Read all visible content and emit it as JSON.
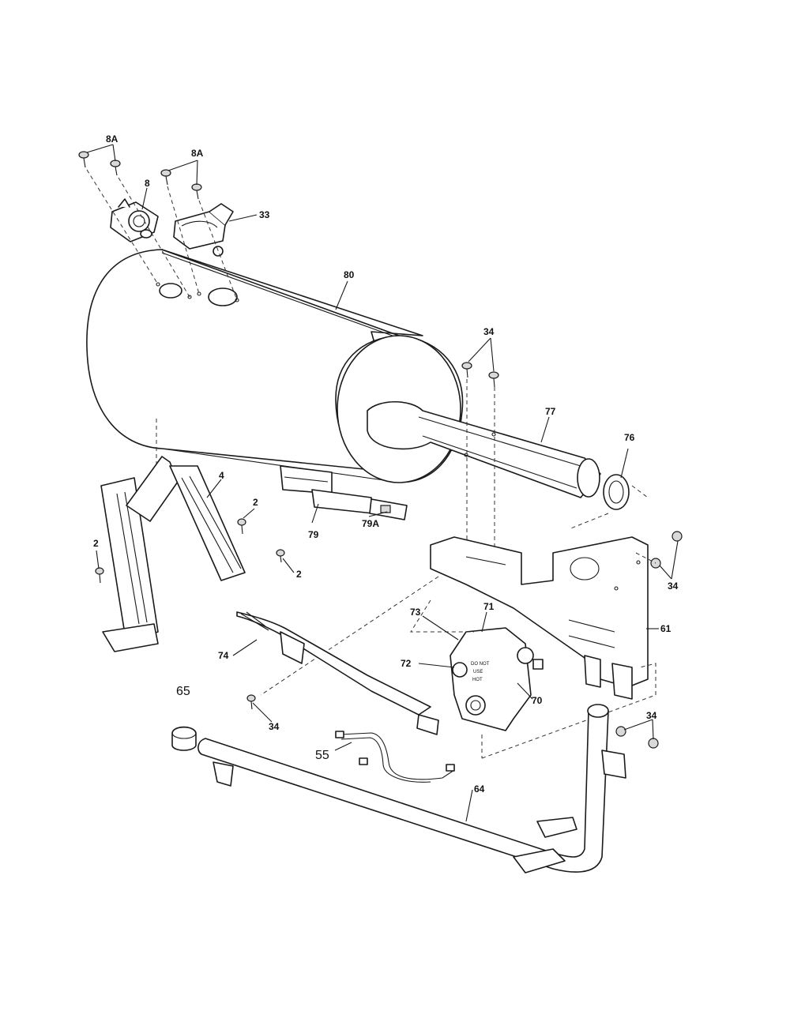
{
  "callouts": {
    "c8a_left": "8A",
    "c8a_right": "8A",
    "c8": "8",
    "c33": "33",
    "c80": "80",
    "c34_top": "34",
    "c77": "77",
    "c76": "76",
    "c4": "4",
    "c2_mid": "2",
    "c2_left": "2",
    "c2_low": "2",
    "c79": "79",
    "c79a": "79A",
    "c34_right": "34",
    "c61": "61",
    "c73": "73",
    "c71": "71",
    "c72": "72",
    "c70": "70",
    "c74": "74",
    "c34_lower": "34",
    "c65": "65",
    "c55": "55",
    "c34_br": "34",
    "c64": "64"
  },
  "valve_markings": {
    "line1": "DO NOT",
    "line2": "USE",
    "line3": "HOT"
  }
}
